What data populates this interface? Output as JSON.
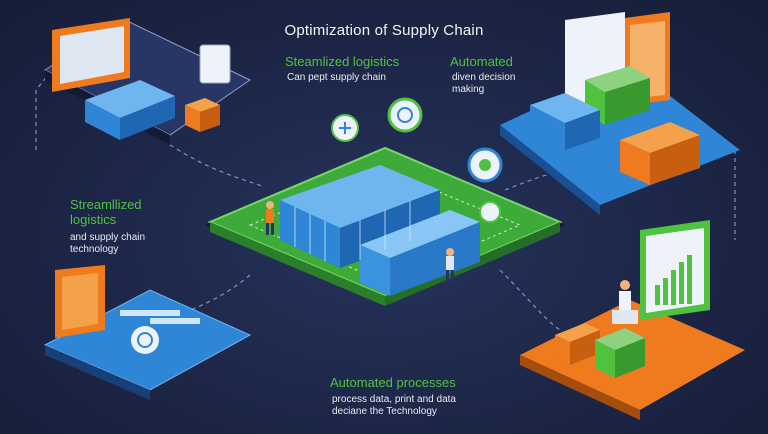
{
  "title": "Optimization of Supply Chain",
  "top_center": {
    "heading": "Steamlized logistics",
    "text": "Can pept supply chain"
  },
  "top_right": {
    "heading": "Automated",
    "text": "diven decision making"
  },
  "left_middle": {
    "heading_line1": "Streamllized",
    "heading_line2": "logistics",
    "text_line1": "and supply chain",
    "text_line2": "technology"
  },
  "bottom_center": {
    "heading": "Automated processes",
    "text_line1": "process data, print and data",
    "text_line2": "deciane the Technology"
  },
  "colors": {
    "background": "#1c2545",
    "green": "#4fc33f",
    "blue": "#2f86d6",
    "orange": "#f07a1e",
    "platform_green": "#3daa3a"
  }
}
